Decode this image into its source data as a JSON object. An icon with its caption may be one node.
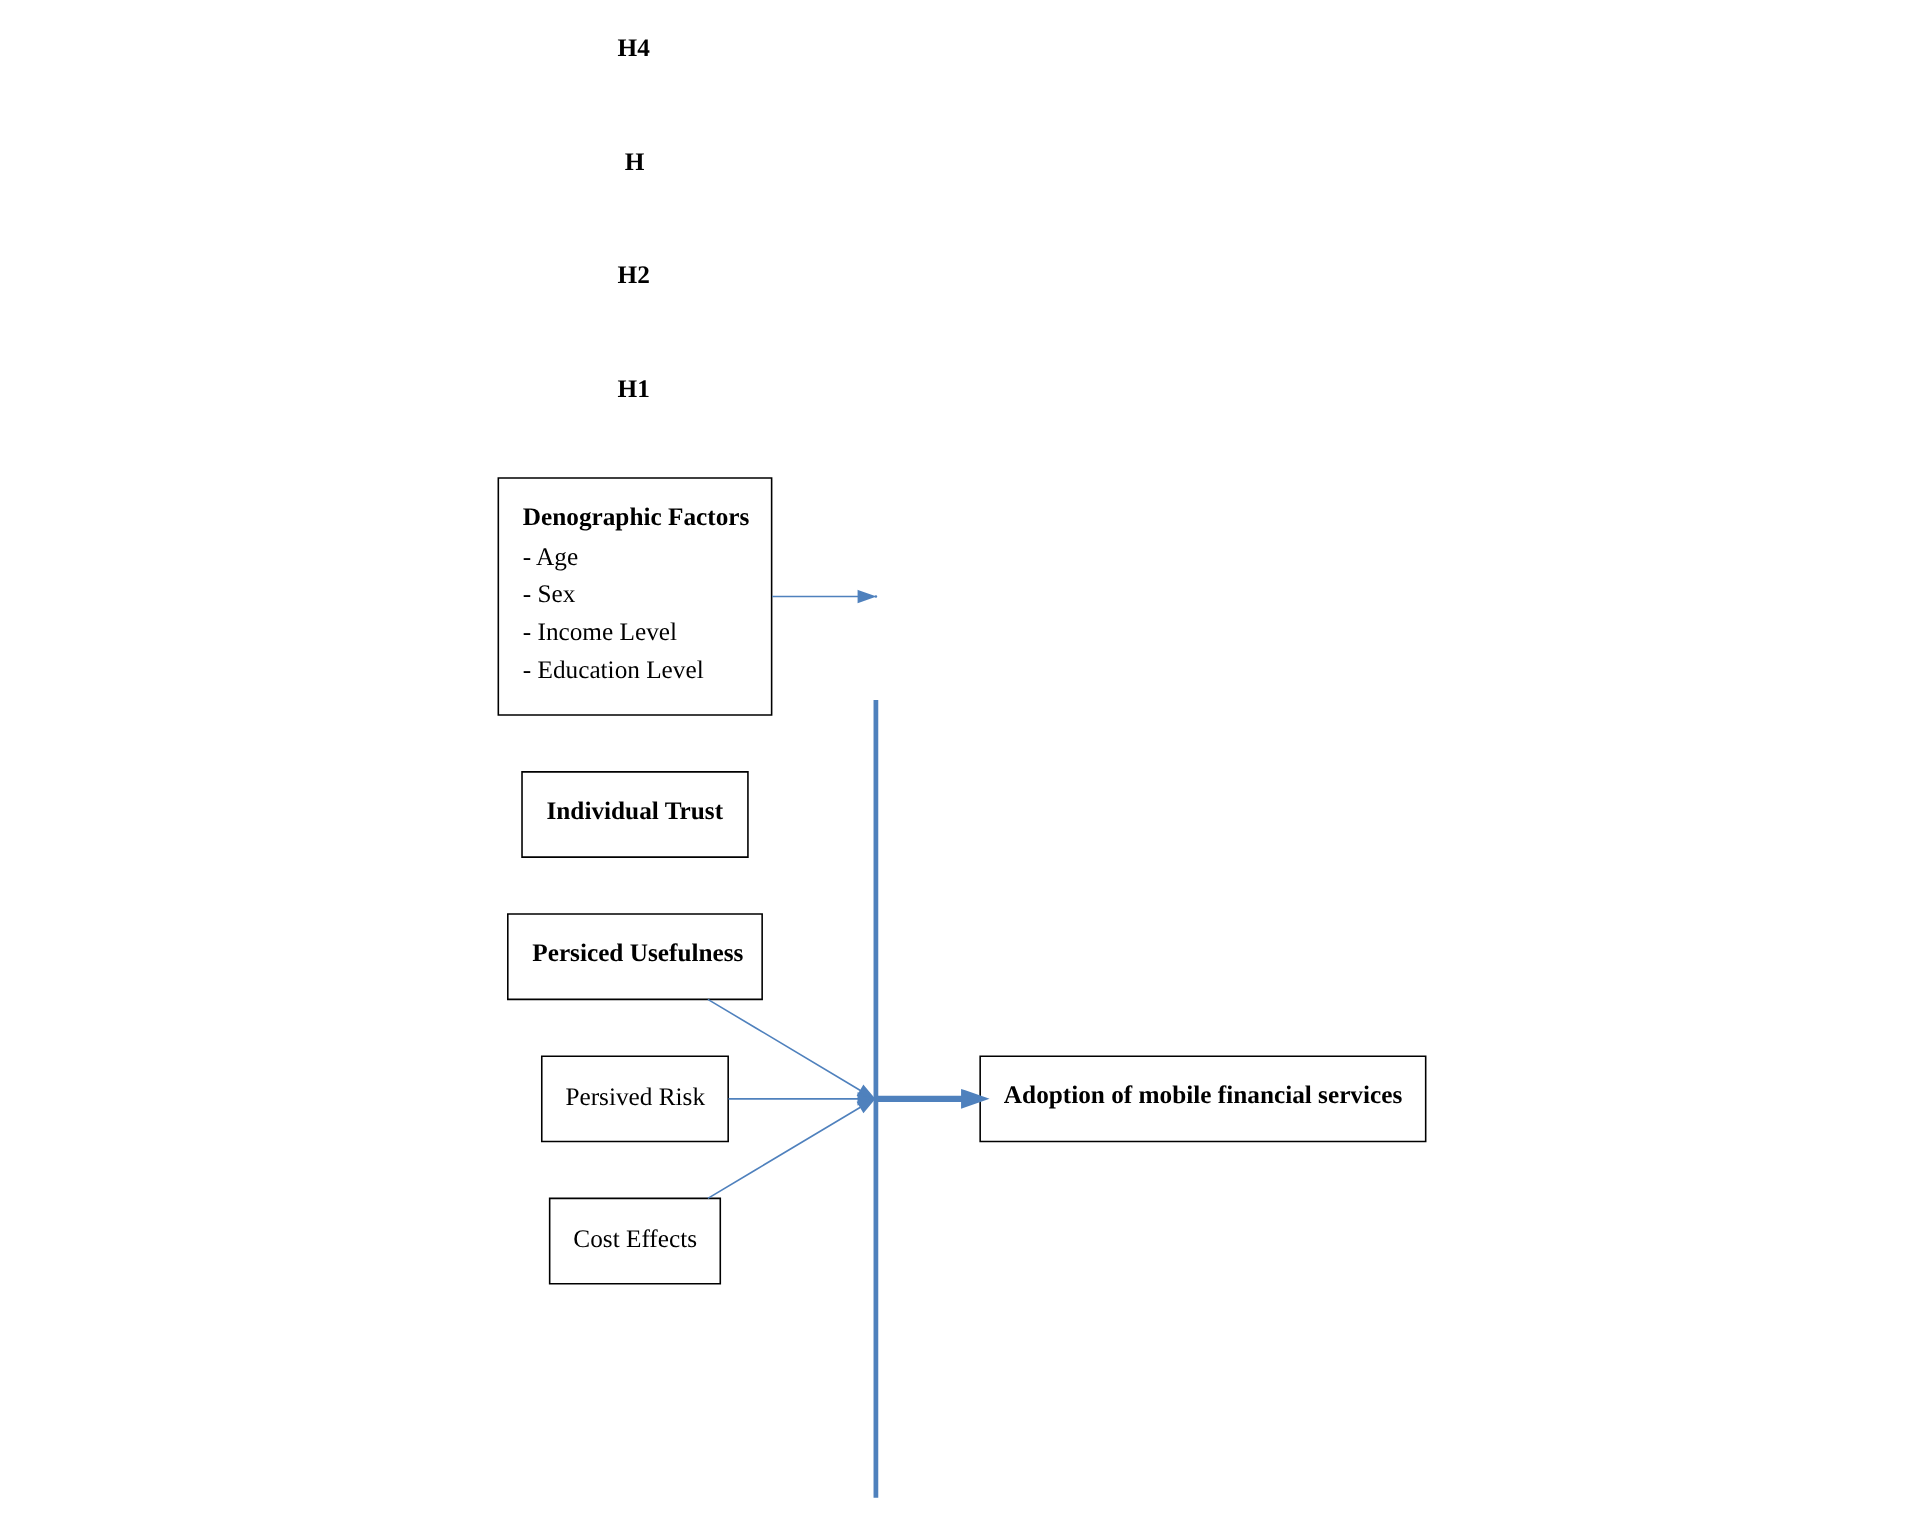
{
  "diagram": {
    "nodes": [
      {
        "text": [
          "Individual Trust"
        ]
      },
      {
        "text": [
          "Persiced Usefulness"
        ]
      },
      {
        "text": [
          "Persived Risk"
        ]
      },
      {
        "text": [
          "Cost Effects"
        ]
      },
      {
        "text": [],
        "shape": "bar"
      },
      {
        "text": [
          "Adoption of mobile financial services"
        ]
      },
      {
        "text": [
          "Denographic Factors",
          "- Age",
          "- Sex",
          "- Income Level",
          "- Education Level"
        ]
      }
    ],
    "edges": [
      {
        "from": 1,
        "to": 4,
        "arrow": "to"
      },
      {
        "from": 2,
        "to": 4,
        "arrow": "to"
      },
      {
        "from": 3,
        "to": 4,
        "arrow": "to"
      },
      {
        "from": 4,
        "to": 5,
        "arrow": "to",
        "style": "thick"
      },
      {
        "from": 6,
        "to": null,
        "arrow": "to"
      }
    ],
    "labels": [
      "H1",
      "H2",
      "H",
      "H4"
    ]
  }
}
